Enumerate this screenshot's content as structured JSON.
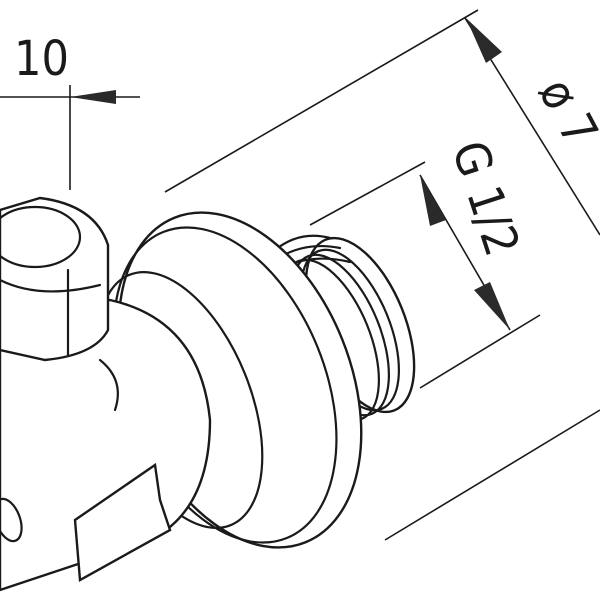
{
  "drawing": {
    "dim_length": "10",
    "dim_thread": "G 1/2",
    "dim_diameter": "ø 7",
    "line_color": "#1a1a1a"
  }
}
